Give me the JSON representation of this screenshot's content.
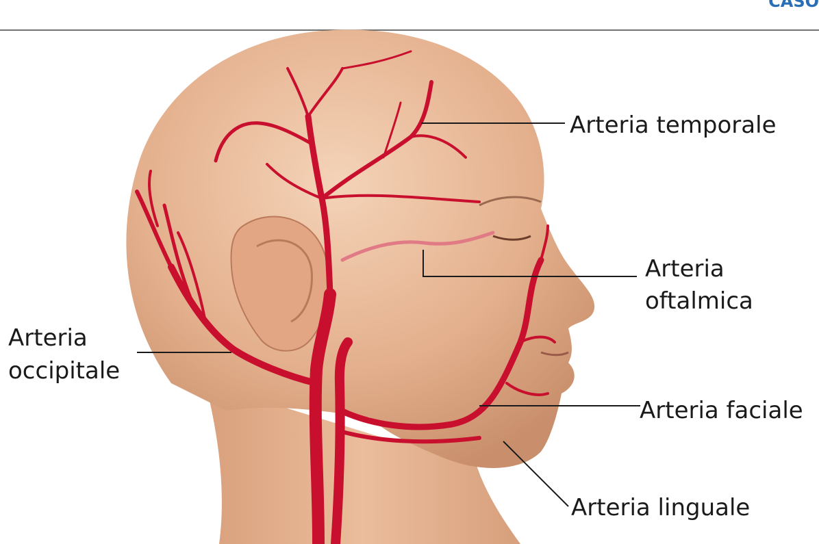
{
  "corner_text": "CASO",
  "labels": {
    "temporal": "Arteria temporale",
    "ophthalmic_1": "Arteria",
    "ophthalmic_2": "oftalmica",
    "occipital_1": "Arteria",
    "occipital_2": "occipitale",
    "facial": "Arteria faciale",
    "lingual": "Arteria linguale"
  },
  "colors": {
    "artery": "#c8102e",
    "skin": "#e9b998",
    "leader": "#1a1a1a"
  }
}
